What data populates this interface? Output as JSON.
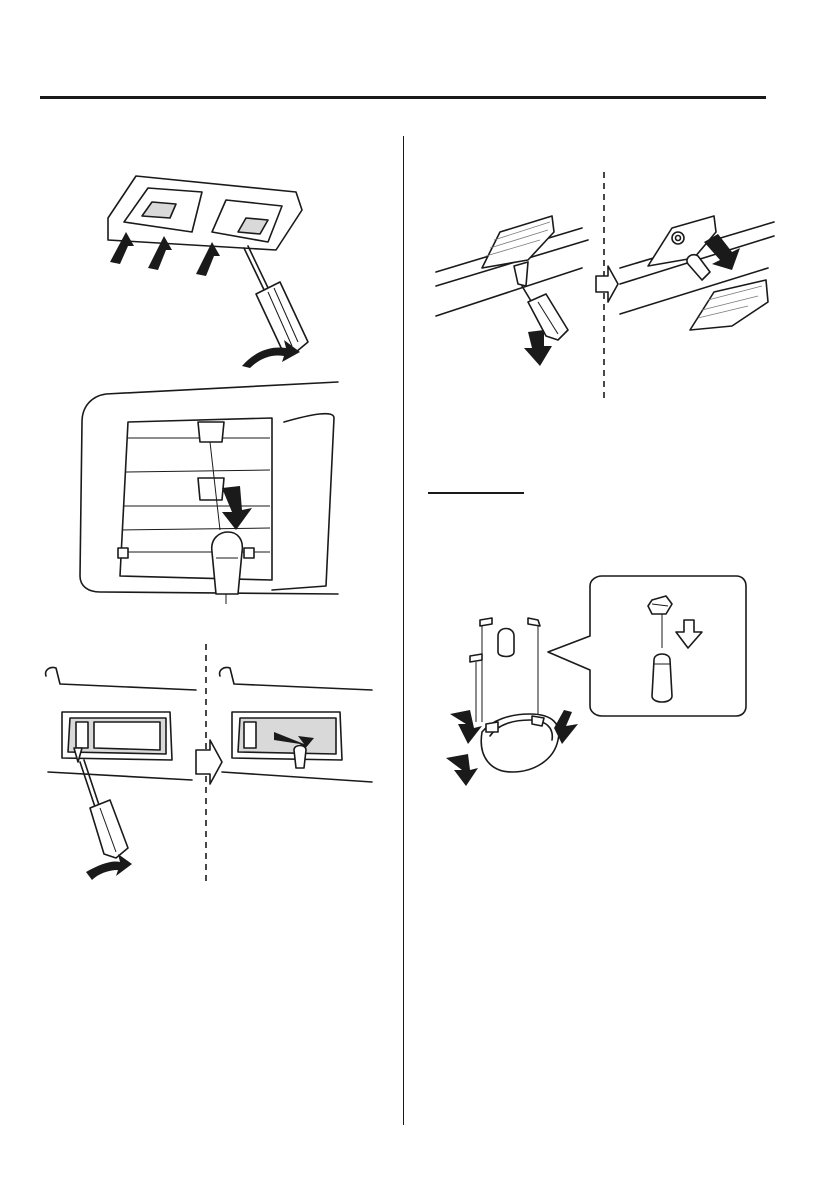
{
  "page": {
    "header_rule": "top-rule",
    "column_divider": "center-divider"
  },
  "figures": [
    {
      "id": "fig-overhead-console-removal",
      "icons": [
        "screwdriver-icon",
        "push-arrow-icon",
        "pry-arrow-icon"
      ]
    },
    {
      "id": "fig-map-light-bulb-clip",
      "icons": [
        "bulb-icon",
        "clip-icon",
        "down-arrow-icon"
      ]
    },
    {
      "id": "fig-vanity-mirror-lamp-lens",
      "icons": [
        "screwdriver-icon",
        "next-step-arrow-icon",
        "bulb-icon"
      ]
    },
    {
      "id": "fig-cargo-lamp-lens",
      "icons": [
        "screwdriver-icon",
        "next-step-arrow-icon",
        "bulb-icon"
      ]
    },
    {
      "id": "fig-dome-lamp-bulb",
      "icons": [
        "wedge-bulb-icon",
        "socket-icon",
        "press-arrow-icon"
      ]
    }
  ],
  "colors": {
    "ink": "#1a1a1a",
    "paper": "#ffffff",
    "shade": "#d9d9d9"
  }
}
